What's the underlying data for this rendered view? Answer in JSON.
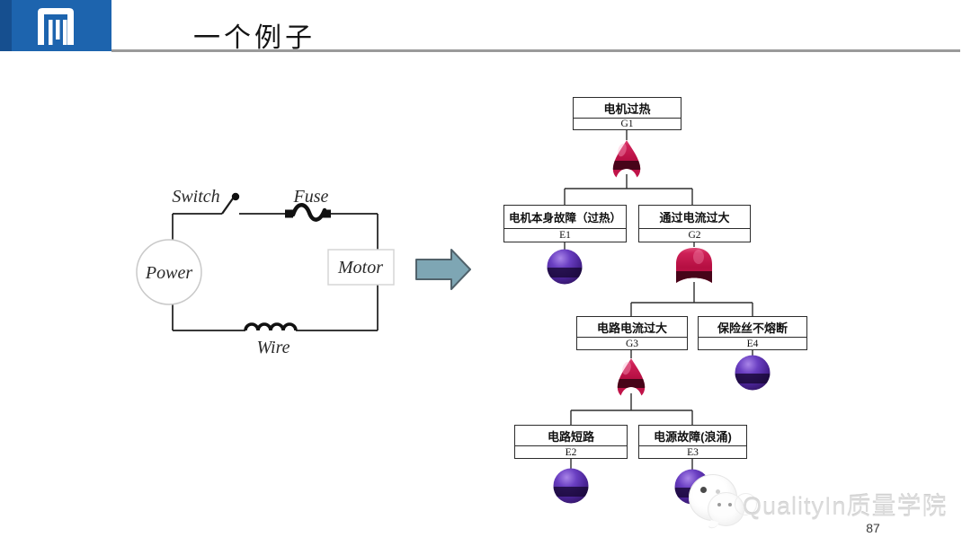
{
  "slide": {
    "title": "一个例子",
    "page_number": "87",
    "watermark": "QualityIn质量学院"
  },
  "circuit": {
    "switch_label": "Switch",
    "fuse_label": "Fuse",
    "power_label": "Power",
    "motor_label": "Motor",
    "wire_label": "Wire"
  },
  "fault_tree": {
    "g1": {
      "label": "电机过热",
      "id": "G1",
      "gate": "OR"
    },
    "e1": {
      "label": "电机本身故障（过热）",
      "id": "E1",
      "type": "basic-event"
    },
    "g2": {
      "label": "通过电流过大",
      "id": "G2",
      "gate": "AND"
    },
    "g3": {
      "label": "电路电流过大",
      "id": "G3",
      "gate": "OR"
    },
    "e4": {
      "label": "保险丝不熔断",
      "id": "E4",
      "type": "basic-event"
    },
    "e2": {
      "label": "电路短路",
      "id": "E2",
      "type": "basic-event"
    },
    "e3": {
      "label": "电源故障(浪涌)",
      "id": "E3",
      "type": "basic-event"
    }
  },
  "colors": {
    "header_blue": "#1D64AE",
    "header_blue_dark": "#164F8F",
    "rule_gray": "#9A9A9A",
    "arrow_fill": "#7EA6B4",
    "gate_crimson": "#BB1146",
    "gate_dark_band": "#470419",
    "event_purple": "#5A31A8",
    "event_dark_band": "#1A0836"
  }
}
